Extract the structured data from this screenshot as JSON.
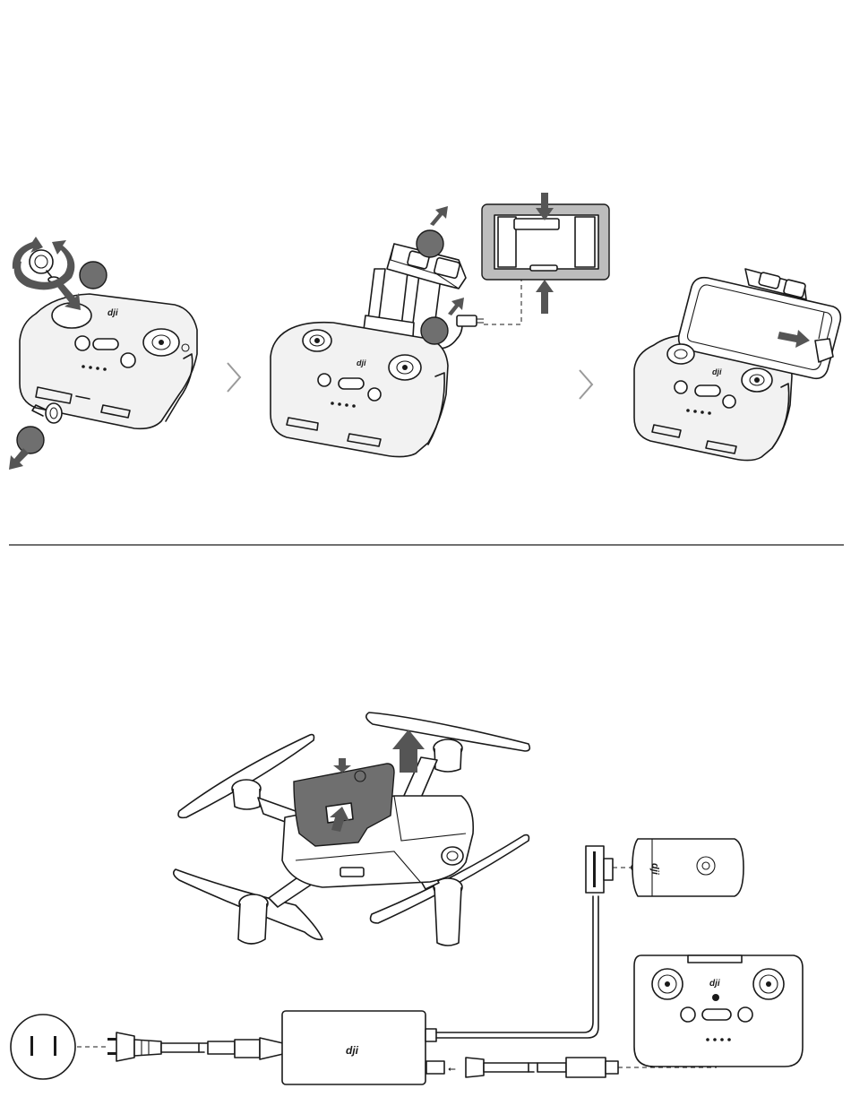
{
  "brand": {
    "logo_text": "dji"
  },
  "colors": {
    "ink": "#1a1a1a",
    "shade": "#6f6f6f",
    "arrow": "#555555",
    "panel": "#f2f2f2"
  },
  "steps_top": [
    {
      "id": "mount-sticks",
      "markers": 2
    },
    {
      "id": "extend-holder",
      "markers": 2
    },
    {
      "id": "place-phone",
      "markers": 0
    }
  ],
  "steps_bottom": [
    {
      "id": "remove-battery"
    },
    {
      "id": "charge-devices"
    }
  ],
  "icons": [
    "rotate-arrow-icon",
    "push-arrow-icon",
    "step-marker-icon",
    "chevron-right-icon",
    "dji-logo-icon",
    "power-plug-icon",
    "wall-outlet-icon",
    "usb-icon"
  ]
}
